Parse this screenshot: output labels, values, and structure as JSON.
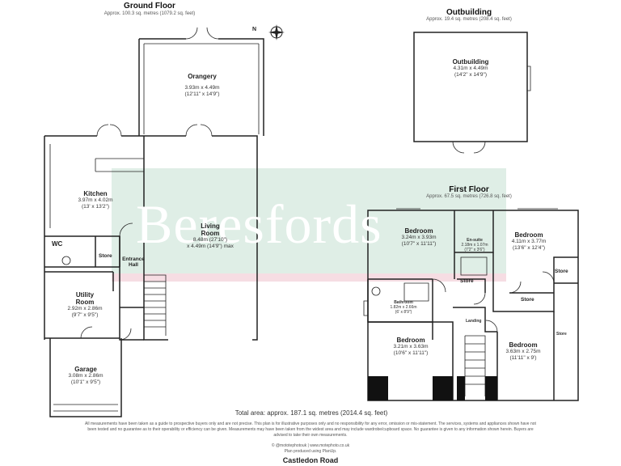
{
  "ground_floor": {
    "title": "Ground Floor",
    "area": "Approx. 100.3 sq. metres (1079.2 sq. feet)",
    "rooms": {
      "orangery": {
        "name": "Orangery",
        "dim1": "3.93m x 4.49m",
        "dim2": "(12'11\" x 14'9\")"
      },
      "kitchen": {
        "name": "Kitchen",
        "dim1": "3.97m x 4.02m",
        "dim2": "(13' x 13'2\")"
      },
      "living": {
        "name": "Living",
        "name2": "Room",
        "dim1": "8.48m (27'10\")",
        "dim2": "x 4.49m (14'9\") max"
      },
      "wc": {
        "name": "WC"
      },
      "store": {
        "name": "Store"
      },
      "entrance": {
        "name": "Entrance",
        "name2": "Hall"
      },
      "utility": {
        "name": "Utility",
        "name2": "Room",
        "dim1": "2.92m x 2.86m",
        "dim2": "(9'7\" x 9'5\")"
      },
      "garage": {
        "name": "Garage",
        "dim1": "3.08m x 2.86m",
        "dim2": "(10'1\" x 9'5\")"
      }
    }
  },
  "outbuilding": {
    "title": "Outbuilding",
    "area": "Approx. 19.4 sq. metres (208.4 sq. feet)",
    "room": {
      "name": "Outbuilding",
      "dim1": "4.31m x 4.49m",
      "dim2": "(14'2\" x 14'9\")"
    }
  },
  "first_floor": {
    "title": "First Floor",
    "area": "Approx. 67.5 sq. metres (726.8 sq. feet)",
    "rooms": {
      "bed1": {
        "name": "Bedroom",
        "dim1": "3.24m x 3.93m",
        "dim2": "(10'7\" x 11'11\")"
      },
      "ensuite": {
        "name": "En-suite",
        "dim1": "2.18m x 1.07m",
        "dim2": "(7'2\" x 3'6\")"
      },
      "bed2": {
        "name": "Bedroom",
        "dim1": "4.11m x 3.77m",
        "dim2": "(13'6\" x 12'4\")"
      },
      "store_a": {
        "name": "Store"
      },
      "store_b": {
        "name": "Store"
      },
      "store_c": {
        "name": "Store"
      },
      "store_d": {
        "name": "Store"
      },
      "bathroom": {
        "name": "Bathroom",
        "dim1": "1.82m x 2.66m",
        "dim2": "(6' x 8'9\")"
      },
      "landing": {
        "name": "Landing"
      },
      "bed3": {
        "name": "Bedroom",
        "dim1": "3.21m x 3.63m",
        "dim2": "(10'6\" x 11'11\")"
      },
      "bed4": {
        "name": "Bedroom",
        "dim1": "3.63m x 2.75m",
        "dim2": "(11'11\" x 9')"
      }
    }
  },
  "watermark": "Beresfords",
  "compass_label": "N",
  "total_area": "Total area: approx. 187.1 sq. metres (2014.4 sq. feet)",
  "disclaimer": "All measurements have been taken as a guide to prospective buyers only and are not precise. This plan is for illustrative purposes only and no responsibility for any error, omission or mis-statement. The services, systems and appliances shown have not been tested and no guarantee as to their operability or efficiency can be given. Measurements may have been taken from the widest area and may include wardrobe/cupboard space. No guarantee is given to any information shown herein. Buyers are advised to take their own measurements.",
  "credit1": "© @mototephotouk | www.motephoto.co.uk",
  "credit2": "Plan produced using PlanUp.",
  "address": "Castledon Road"
}
